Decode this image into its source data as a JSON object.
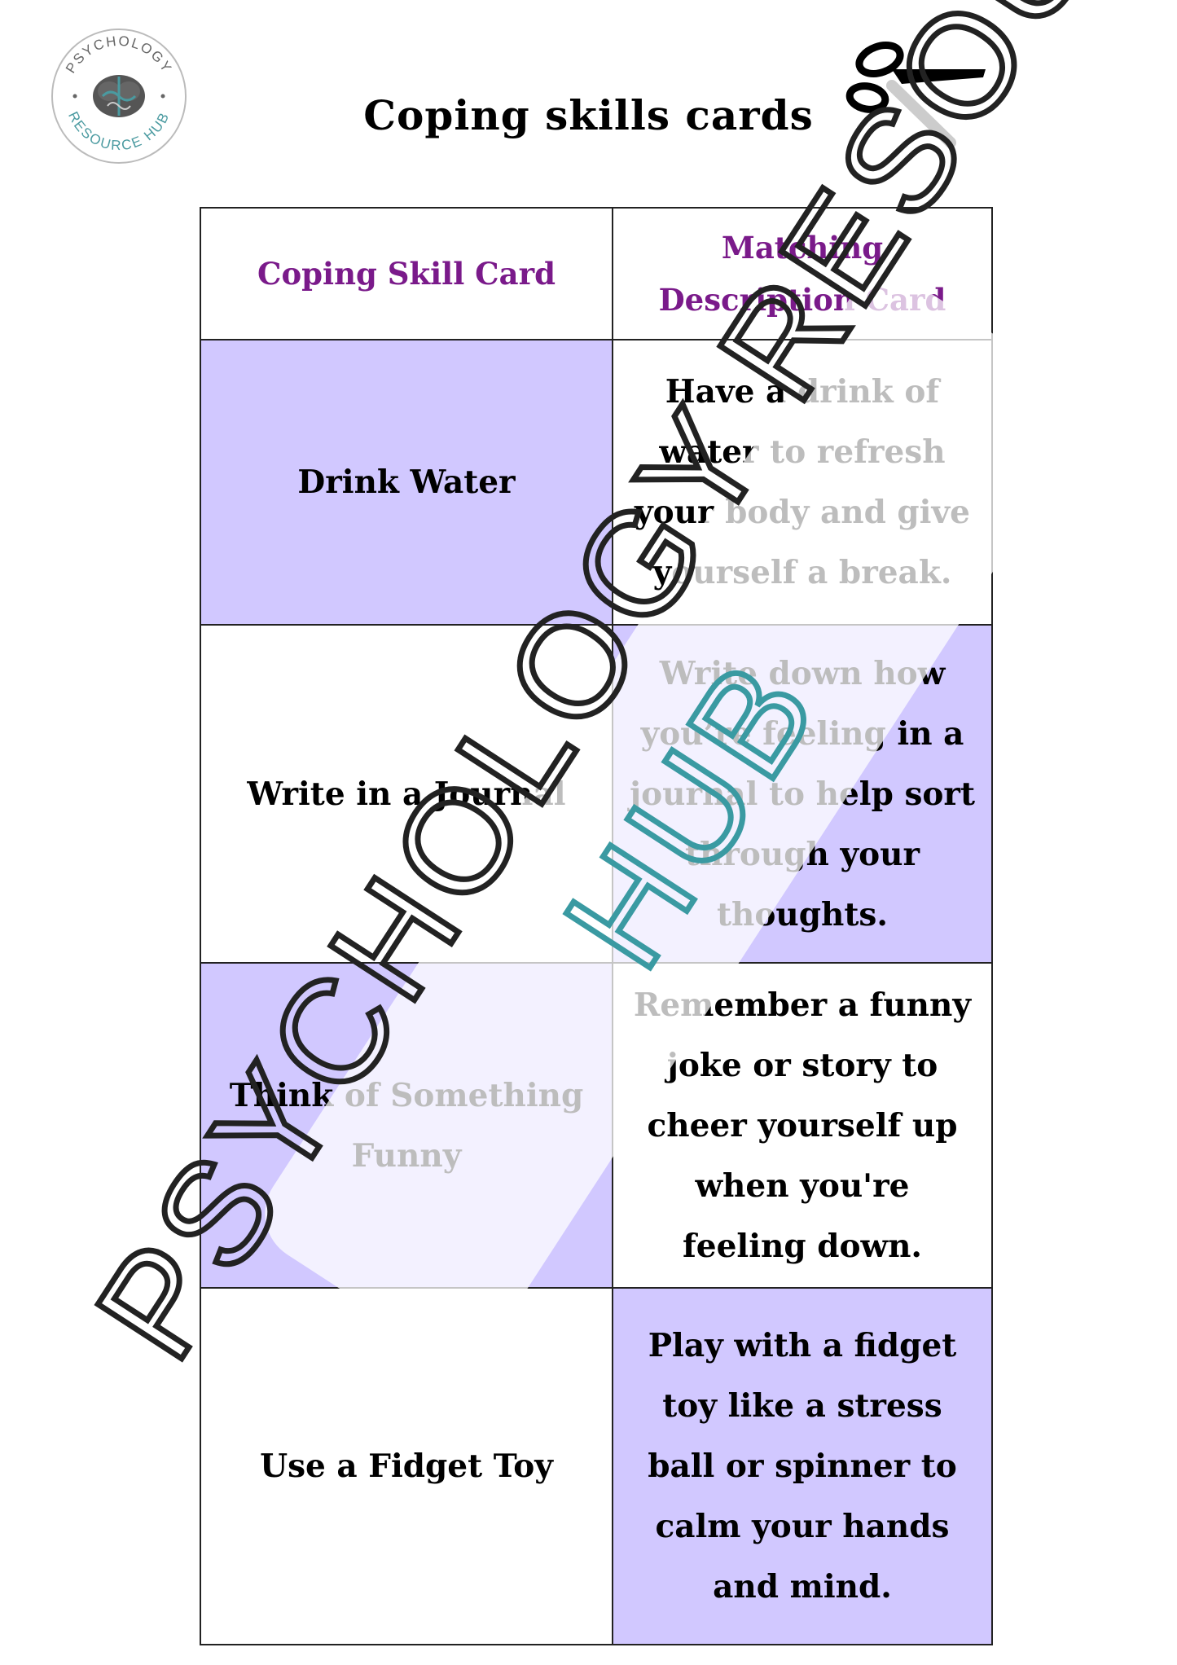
{
  "logo": {
    "ring_text_top": "PSYCHOLOGY",
    "ring_text_bottom": "RESOURCE HUB",
    "icon": "brain-icon"
  },
  "title": "Coping skills cards",
  "scissors_icon": "scissors-icon",
  "table": {
    "headers": [
      "Coping Skill Card",
      "Matching Description Card"
    ],
    "rows": [
      {
        "skill": "Drink Water",
        "description": "Have a drink of water to refresh your body and give yourself a break."
      },
      {
        "skill": "Write in a Journal",
        "description": "Write down how you’re feeling in a journal to help sort through your thoughts."
      },
      {
        "skill": "Think of Something Funny",
        "description": "Remember a funny joke or story to cheer yourself up when you're feeling down."
      },
      {
        "skill": "Use a Fidget Toy",
        "description": "Play with a fidget toy like a stress ball or spinner to calm your hands and mind."
      }
    ]
  },
  "watermark": {
    "line1": "PSYCHOLOGY RESOURCE",
    "line2": "HUB"
  },
  "colors": {
    "card_fill": "#d1c8ff",
    "header_text": "#7a1a8a",
    "logo_teal": "#4a9aa0",
    "watermark_dark": "#222222",
    "watermark_teal": "#3a9aa2"
  }
}
